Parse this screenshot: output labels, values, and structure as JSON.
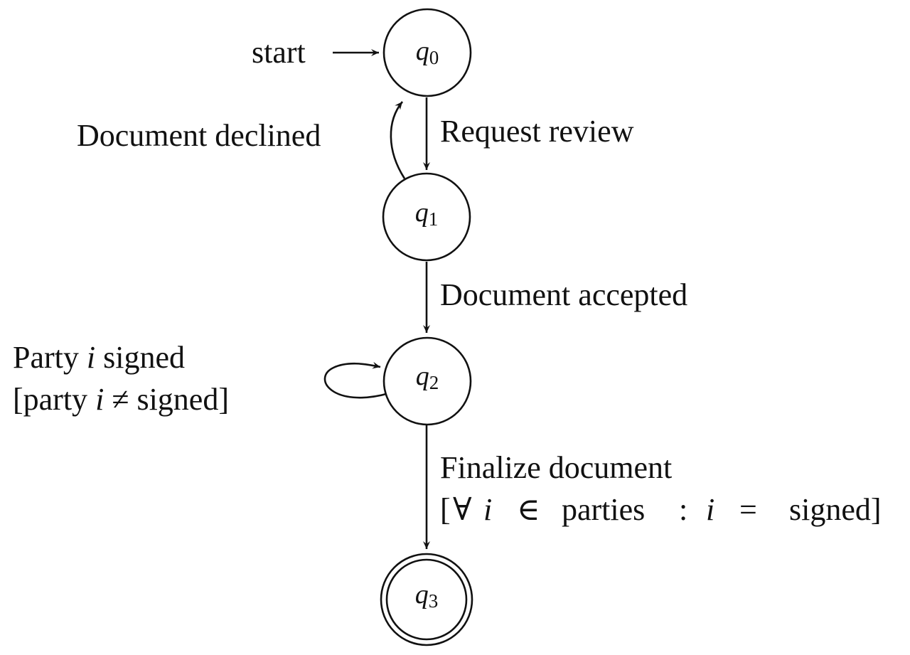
{
  "states": [
    {
      "id": "q0",
      "name": "q",
      "sub": "0",
      "initial": true,
      "accepting": false
    },
    {
      "id": "q1",
      "name": "q",
      "sub": "1",
      "initial": false,
      "accepting": false
    },
    {
      "id": "q2",
      "name": "q",
      "sub": "2",
      "initial": false,
      "accepting": false
    },
    {
      "id": "q3",
      "name": "q",
      "sub": "3",
      "initial": false,
      "accepting": true
    }
  ],
  "start_label": "start",
  "transitions": {
    "request_review": {
      "from": "q0",
      "to": "q1",
      "label": "Request review"
    },
    "document_declined": {
      "from": "q1",
      "to": "q0",
      "label": "Document declined"
    },
    "document_accepted": {
      "from": "q1",
      "to": "q2",
      "label": "Document accepted"
    },
    "party_signed": {
      "from": "q2",
      "to": "q2",
      "label_line1": {
        "pre": "Party ",
        "var": "i",
        "post": " signed"
      },
      "guard": {
        "open": "[party ",
        "var": "i",
        "op": " ≠ ",
        "post": "signed]"
      }
    },
    "finalize_document": {
      "from": "q2",
      "to": "q3",
      "label_line1": "Finalize document",
      "guard": {
        "open": "[",
        "forall": "∀",
        "var1": "i",
        "elem": "∈",
        "set": "parties",
        "colon": ":",
        "var2": "i",
        "eq": "=",
        "post": "signed]"
      }
    }
  }
}
